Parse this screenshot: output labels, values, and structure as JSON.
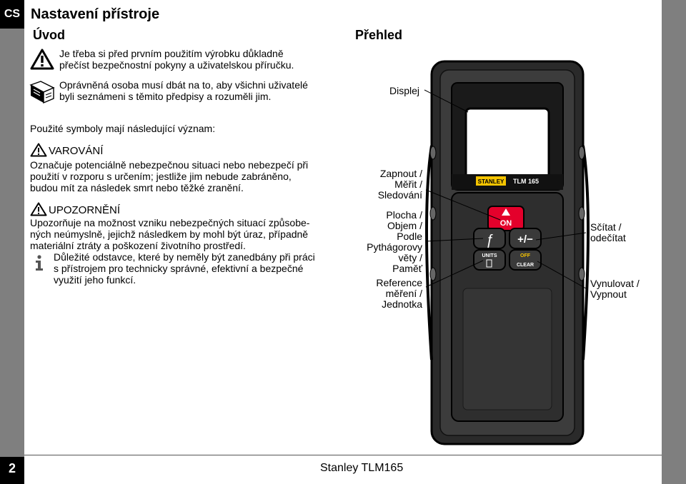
{
  "header": {
    "lang": "CS",
    "title": "Nastavení přístroje"
  },
  "intro": {
    "heading": "Úvod",
    "warn_line1": "Je třeba si před prvním použitím výrobku důkladně",
    "warn_line2": "přečíst bezpečnostní pokyny a uživatelskou příručku.",
    "book_line1": "Oprávněná osoba musí dbát na to, aby všichni uživatelé",
    "book_line2": "byli seznámeni s těmito předpisy a rozuměli jim."
  },
  "symbols_intro": "Použité symboly mají následující význam:",
  "warning": {
    "title": "VAROVÁNÍ",
    "lines": [
      "Označuje potenciálně nebezpečnou situaci nebo nebezpečí při",
      "použití v rozporu s určením; jestliže jim nebude zabráněno,",
      "budou mít za následek smrt nebo těžké zranění."
    ]
  },
  "caution": {
    "title": "UPOZORNĚNÍ",
    "lines": [
      "Upozorňuje na možnost vzniku nebezpečných situací způsobe-",
      "ných neúmyslně, jejichž následkem by mohl být úraz, případně",
      "materiální ztráty a poškození životního prostředí."
    ]
  },
  "info": {
    "lines": [
      "Důležité odstavce, které by neměly být zanedbány při práci",
      "s přístrojem pro technicky správné, efektivní a bezpečné",
      "využití jeho funkcí."
    ]
  },
  "overview": {
    "heading": "Přehled",
    "display": "Displej",
    "power": [
      "Zapnout /",
      "Měřit /",
      "Sledování"
    ],
    "func": [
      "Plocha /",
      "Objem /",
      "Podle",
      "Pythágorovy",
      "věty /",
      "Paměť"
    ],
    "ref": [
      "Reference",
      "měření /",
      "Jednotka"
    ],
    "add": [
      "Sčítat /",
      "odečítat"
    ],
    "clear": [
      "Vynulovat /",
      "Vypnout"
    ]
  },
  "device": {
    "brand": "STANLEY",
    "model": "TLM 165",
    "on_label": "ON",
    "func_symbol": "ƒ",
    "plusminus": "+/−",
    "units_label": "UNITS",
    "off_label": "OFF",
    "clear_label": "CLEAR"
  },
  "footer": {
    "page": "2",
    "text": "Stanley TLM165"
  },
  "colors": {
    "bar_gray": "#7f7f7f",
    "on_red": "#e4002b",
    "label_yellow": "#f5c400"
  }
}
